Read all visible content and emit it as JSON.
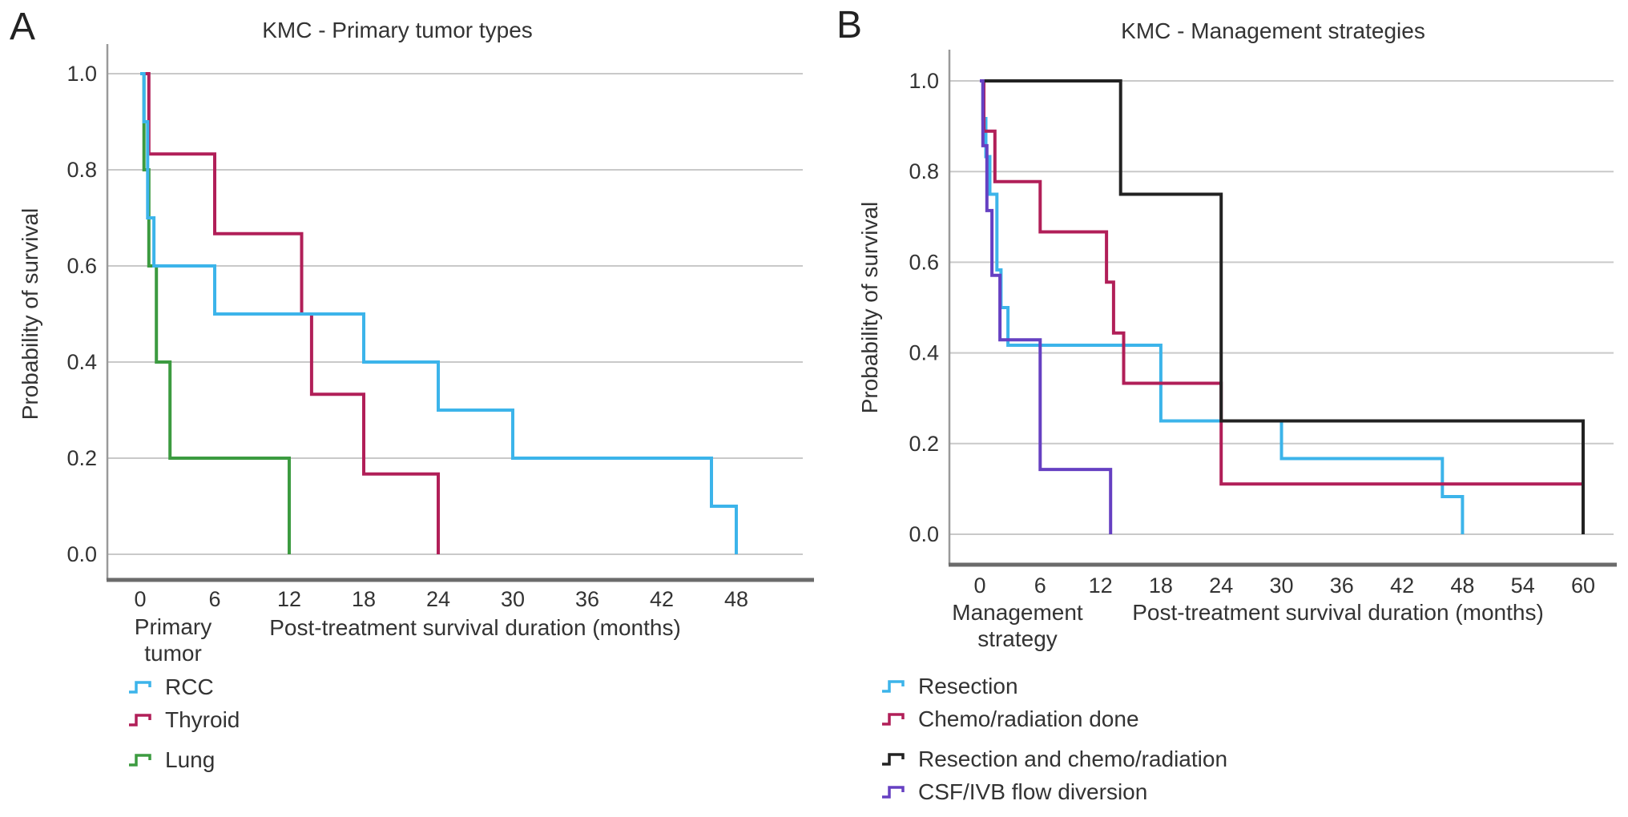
{
  "figure": {
    "background": "#ffffff"
  },
  "panels": [
    {
      "letter": "A"
    },
    {
      "letter": "B"
    }
  ],
  "chart_data": [
    {
      "type": "line",
      "subtype": "kaplan-meier-step",
      "title": "KMC - Primary tumor types",
      "xlabel": "Post-treatment survival duration (months)",
      "ylabel": "Probability of survival",
      "legend_title": [
        "Primary",
        "tumor"
      ],
      "x_ticks": [
        0,
        6,
        12,
        18,
        24,
        30,
        36,
        42,
        48
      ],
      "y_ticks": [
        "1.0",
        "0.8",
        "0.6",
        "0.4",
        "0.2",
        "0.0"
      ],
      "xlim": [
        0,
        52
      ],
      "ylim": [
        0,
        1
      ],
      "grid": "horizontal",
      "grid_color": "#c9c9c9",
      "legend_position": "below-left",
      "series": [
        {
          "name": "RCC",
          "color": "#3cb4ea",
          "steps": [
            [
              0,
              1
            ],
            [
              0.3,
              0.9
            ],
            [
              0.6,
              0.7
            ],
            [
              1.1,
              0.6
            ],
            [
              6,
              0.5
            ],
            [
              18,
              0.4
            ],
            [
              24,
              0.3
            ],
            [
              30,
              0.2
            ],
            [
              46,
              0.1
            ],
            [
              48,
              0
            ]
          ]
        },
        {
          "name": "Thyroid",
          "color": "#b11f58",
          "steps": [
            [
              0,
              1
            ],
            [
              0.7,
              0.833
            ],
            [
              6,
              0.667
            ],
            [
              13,
              0.5
            ],
            [
              13.8,
              0.333
            ],
            [
              18,
              0.167
            ],
            [
              24,
              0
            ]
          ]
        },
        {
          "name": "Lung",
          "color": "#3c9b40",
          "steps": [
            [
              0,
              1
            ],
            [
              0.3,
              0.8
            ],
            [
              0.7,
              0.6
            ],
            [
              1.3,
              0.4
            ],
            [
              2.4,
              0.2
            ],
            [
              12,
              0
            ]
          ]
        }
      ]
    },
    {
      "type": "line",
      "subtype": "kaplan-meier-step",
      "title": "KMC - Management strategies",
      "xlabel": "Post-treatment survival duration (months)",
      "ylabel": "Probability of survival",
      "legend_title": [
        "Management",
        "strategy"
      ],
      "x_ticks": [
        0,
        6,
        12,
        18,
        24,
        30,
        36,
        42,
        48,
        54,
        60
      ],
      "y_ticks": [
        "1.0",
        "0.8",
        "0.6",
        "0.4",
        "0.2",
        "0.0"
      ],
      "xlim": [
        0,
        63
      ],
      "ylim": [
        0,
        1
      ],
      "grid": "horizontal",
      "grid_color": "#c9c9c9",
      "legend_position": "below-left",
      "series": [
        {
          "name": "Resection",
          "color": "#3cb4ea",
          "steps": [
            [
              0,
              1
            ],
            [
              0.3,
              0.917
            ],
            [
              0.6,
              0.833
            ],
            [
              1,
              0.75
            ],
            [
              1.7,
              0.583
            ],
            [
              2.1,
              0.5
            ],
            [
              2.8,
              0.417
            ],
            [
              18,
              0.25
            ],
            [
              30,
              0.167
            ],
            [
              46,
              0.083
            ],
            [
              48,
              0
            ]
          ]
        },
        {
          "name": "Chemo/radiation done",
          "color": "#b11f58",
          "steps": [
            [
              0,
              1
            ],
            [
              0.4,
              0.889
            ],
            [
              1.5,
              0.778
            ],
            [
              6,
              0.667
            ],
            [
              12.6,
              0.556
            ],
            [
              13.3,
              0.444
            ],
            [
              14.3,
              0.333
            ],
            [
              24,
              0.111
            ],
            [
              60,
              0.111
            ]
          ]
        },
        {
          "name": "Resection and chemo/radiation",
          "color": "#222222",
          "steps": [
            [
              0,
              1
            ],
            [
              14,
              0.75
            ],
            [
              24,
              0.25
            ],
            [
              60,
              0.25
            ],
            [
              60,
              0
            ]
          ]
        },
        {
          "name": "CSF/IVB flow diversion",
          "color": "#6640c2",
          "steps": [
            [
              0,
              1
            ],
            [
              0.3,
              0.857
            ],
            [
              0.7,
              0.714
            ],
            [
              1.2,
              0.571
            ],
            [
              2,
              0.429
            ],
            [
              6,
              0.143
            ],
            [
              13,
              0
            ]
          ]
        }
      ]
    }
  ]
}
